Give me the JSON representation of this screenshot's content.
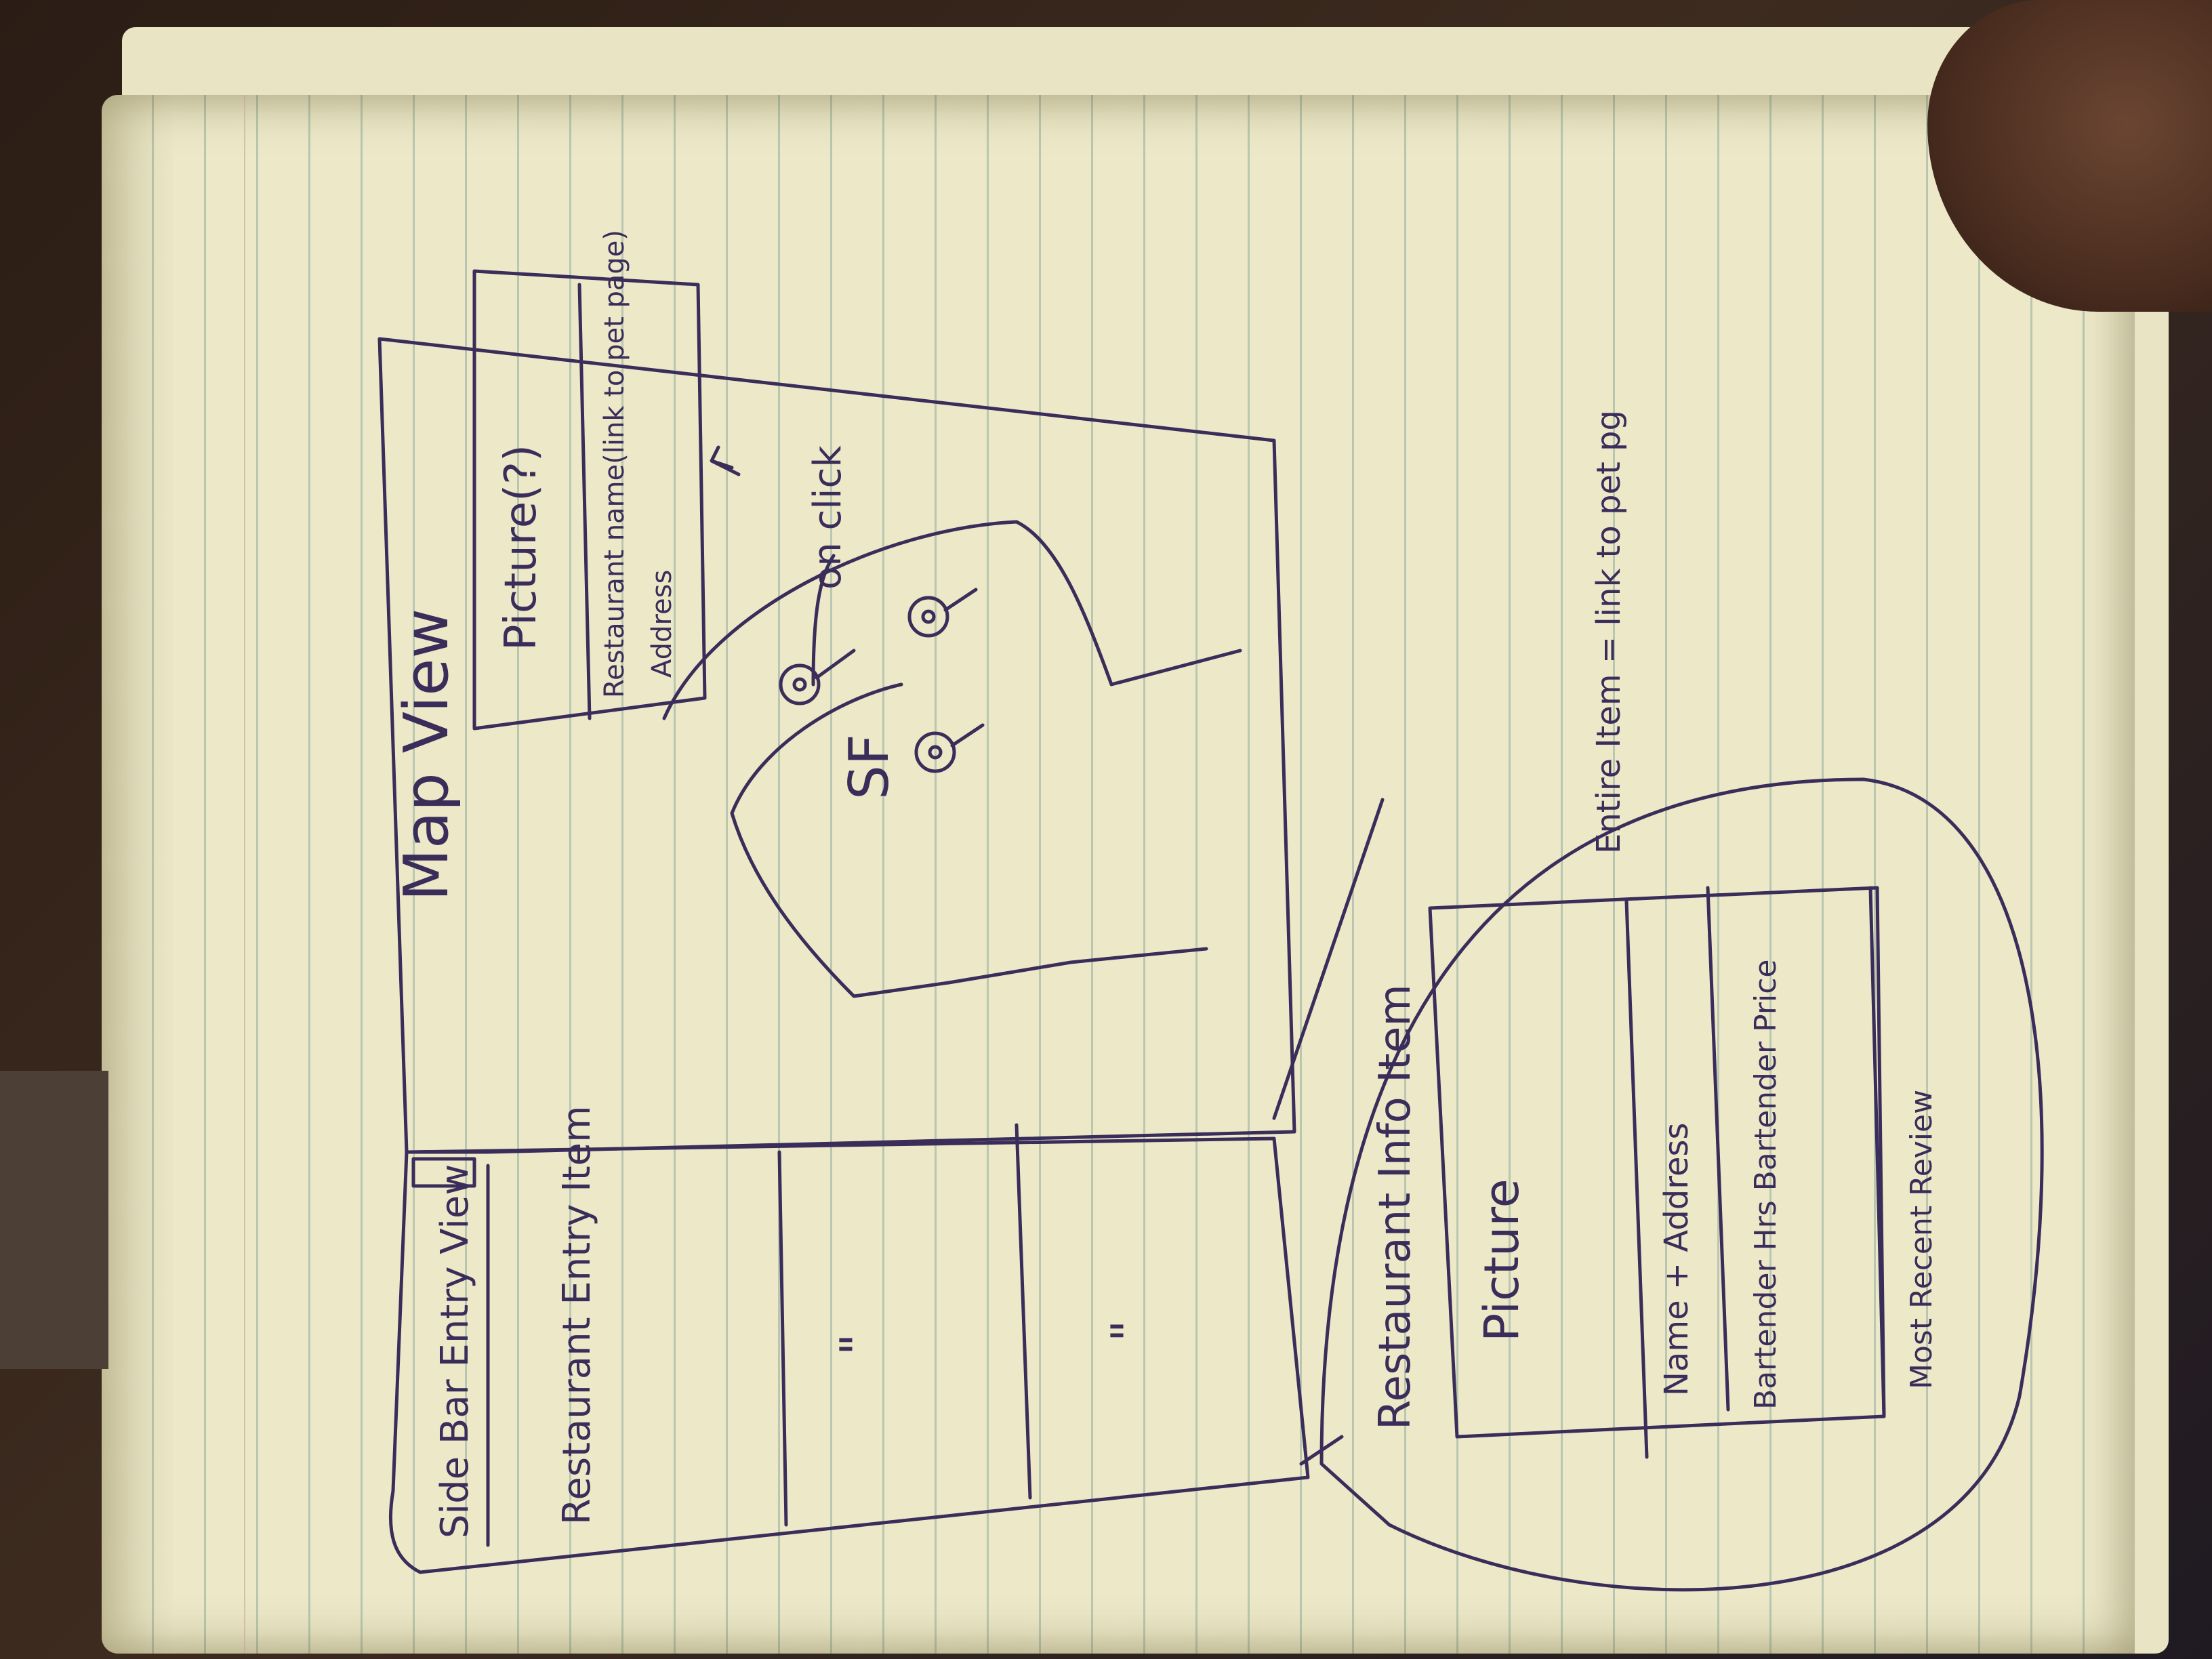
{
  "sketch": {
    "map_view": {
      "title": "Map View",
      "popup_picture": "Picture(?)",
      "popup_name": "Restaurant name(link to pet page)",
      "popup_address": "Address",
      "on_click": "on click",
      "city_label": "SF"
    },
    "sidebar": {
      "title": "Side Bar Entry View",
      "item_label": "Restaurant Entry Item",
      "ditto_1": "\"",
      "ditto_2": "\""
    },
    "restaurant_info_item": {
      "title": "Restaurant Info Item",
      "entire_item_note": "Entire Item = link to pet pg",
      "rows": [
        "Picture",
        "Name + Address",
        "Bartender Hrs Bartender Price",
        "Most Recent Review"
      ]
    }
  }
}
